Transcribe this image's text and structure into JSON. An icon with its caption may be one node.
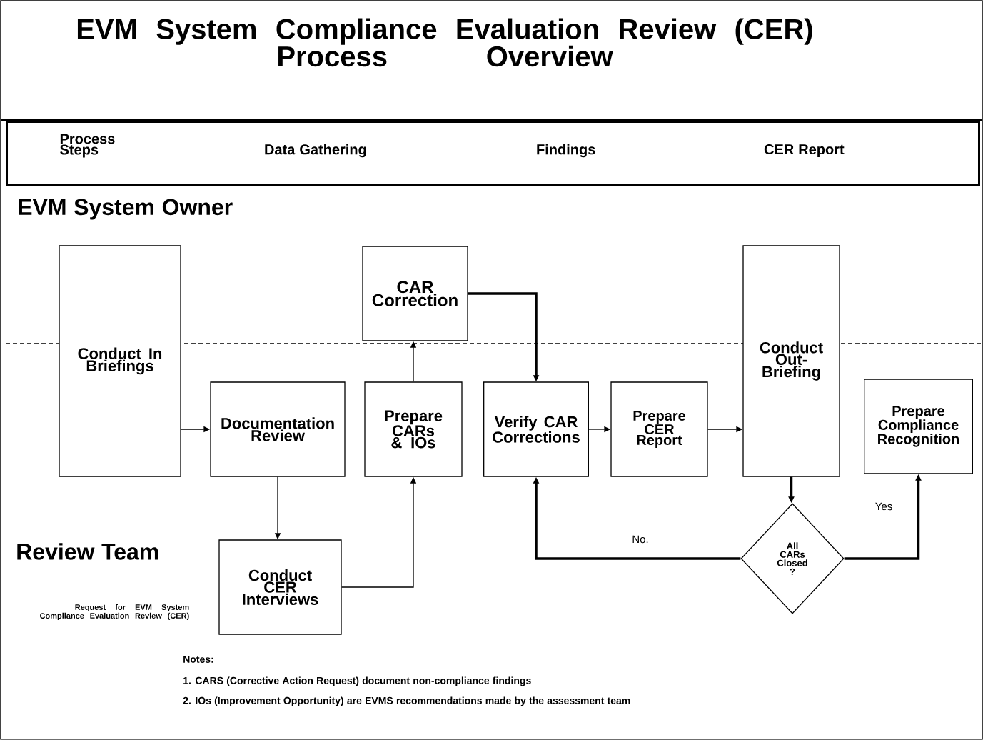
{
  "diagram": {
    "title": "EVM System Compliance Evaluation Review (CER) Process Overview",
    "nodes": [
      {
        "text": [
          "Process Steps",
          "Data Gathering",
          "Findings",
          "CER  Report"
        ]
      },
      {
        "text": [
          "Conduct In Briefings"
        ]
      },
      {
        "text": [
          "CAR Correction"
        ]
      },
      {
        "text": [
          "Conduct Out-Briefing"
        ]
      },
      {
        "text": [
          "Documentation Review"
        ]
      },
      {
        "text": [
          "Prepare CARs & IOs"
        ]
      },
      {
        "text": [
          "Verify CAR Corrections"
        ]
      },
      {
        "text": [
          "Prepare CER Report"
        ]
      },
      {
        "text": [
          "Prepare Compliance Recognition"
        ]
      },
      {
        "text": [
          "Conduct CER Interviews"
        ]
      },
      {
        "text": [
          "All CARs Closed ?"
        ]
      }
    ],
    "edges": [
      {
        "from": 1,
        "to": 4,
        "arrow": "to"
      },
      {
        "from": 4,
        "to": 9,
        "arrow": "to"
      },
      {
        "from": 9,
        "to": 5,
        "arrow": "to"
      },
      {
        "from": 5,
        "to": 2,
        "arrow": "to"
      },
      {
        "from": 2,
        "to": 6,
        "arrow": "to",
        "style": "thick"
      },
      {
        "from": 6,
        "to": 7,
        "arrow": "to"
      },
      {
        "from": 7,
        "to": 3,
        "arrow": "to"
      },
      {
        "from": 3,
        "to": 10,
        "arrow": "to",
        "style": "thick"
      },
      {
        "from": 10,
        "to": 6,
        "arrow": "to",
        "label": "No.",
        "style": "thick"
      },
      {
        "from": 10,
        "to": 8,
        "arrow": "to",
        "label": "Yes",
        "style": "thick"
      }
    ],
    "labels": [
      "EVM System Owner",
      "Review Team",
      "Request for EVM System Compliance Evaluation Review (CER)",
      "Notes:",
      "1. CARS (Corrective Action Request) document non-compliance findings",
      "2. IOs (Improvement Opportunity) are EVMS recommendations made by the assessment team"
    ]
  }
}
